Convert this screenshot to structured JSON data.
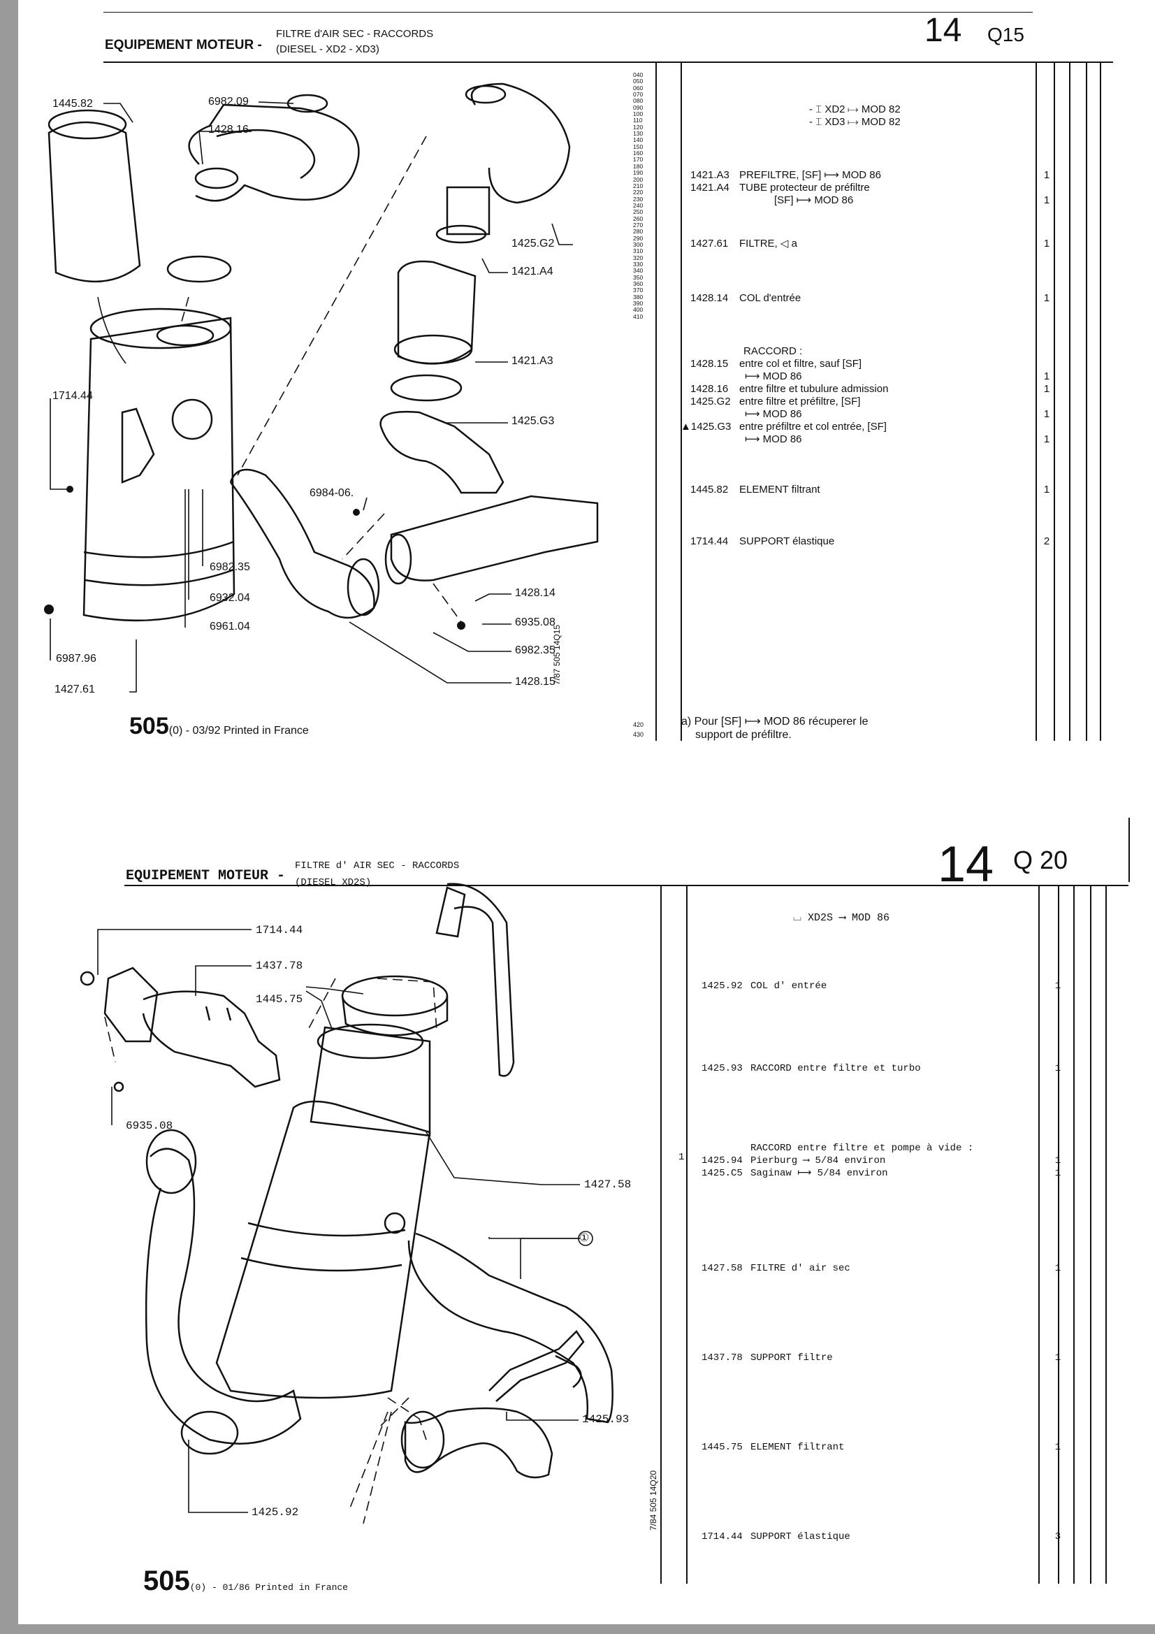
{
  "top": {
    "header": {
      "title": "EQUIPEMENT MOTEUR -",
      "subtitle1": "FILTRE d'AIR SEC - RACCORDS",
      "subtitle2": "(DIESEL - XD2 - XD3)",
      "group": "14",
      "plate": "Q15"
    },
    "callouts": [
      "1445.82",
      "6982.09",
      "1428.16",
      "1425.G2",
      "1421.A4",
      "1421.A3",
      "1425.G3",
      "1714.44",
      "6984-06.",
      "6982.35",
      "6932.04",
      "6961.04",
      "6987.96",
      "1427.61",
      "1428.14",
      "6935.08",
      "6982.35",
      "1428.15"
    ],
    "vertical_ref": "7/87 505 14Q15",
    "footer_big": "505",
    "footer_small": "(0) - 03/92 Printed in France",
    "line_numbers": "040\n050\n060\n070\n080\n090\n100\n110\n120\n130\n140\n150\n160\n170\n180\n190\n200\n210\n220\n230\n240\n250\n260\n270\n280\n290\n300\n310\n320\n330\n340\n350\n360\n370\n380\n390\n400\n410",
    "line_numbers_end": "420\n430",
    "applicability": [
      "- ⌶ XD2 ⟼ MOD 82",
      "- ⌶ XD3 ⟼ MOD 82"
    ],
    "rows": [
      {
        "code": "1421.A3",
        "text": "PREFILTRE, [SF] ⟼ MOD 86",
        "qty": "1"
      },
      {
        "code": "1421.A4",
        "text": "TUBE protecteur de préfiltre",
        "qty": ""
      },
      {
        "code": "",
        "text": "[SF] ⟼ MOD 86",
        "qty": "1"
      },
      {
        "code": "1427.61",
        "text": "FILTRE, ◁ a",
        "qty": "1"
      },
      {
        "code": "1428.14",
        "text": "COL d'entrée",
        "qty": "1"
      },
      {
        "code": "",
        "text": "RACCORD :",
        "qty": ""
      },
      {
        "code": "1428.15",
        "text": "entre col et filtre, sauf [SF]",
        "qty": ""
      },
      {
        "code": "",
        "text": "⟼ MOD 86",
        "qty": "1"
      },
      {
        "code": "1428.16",
        "text": "entre filtre et tubulure admission",
        "qty": "1"
      },
      {
        "code": "1425.G2",
        "text": "entre filtre et préfiltre, [SF]",
        "qty": ""
      },
      {
        "code": "",
        "text": "⟼ MOD 86",
        "qty": "1"
      },
      {
        "code": "▲1425.G3",
        "text": "entre préfiltre et col entrée, [SF]",
        "qty": ""
      },
      {
        "code": "",
        "text": "⟼ MOD 86",
        "qty": "1"
      },
      {
        "code": "1445.82",
        "text": "ELEMENT filtrant",
        "qty": "1"
      },
      {
        "code": "1714.44",
        "text": "SUPPORT élastique",
        "qty": "2"
      }
    ],
    "note1": "a) Pour [SF] ⟼ MOD 86 récuperer le",
    "note2": "support de préfiltre."
  },
  "bottom": {
    "header": {
      "title": "EQUIPEMENT MOTEUR -",
      "subtitle1": "FILTRE d' AIR SEC - RACCORDS",
      "subtitle2": "(DIESEL XD2S)",
      "group": "14",
      "plate": "Q 20"
    },
    "callouts": [
      "1714.44",
      "1437.78",
      "1445.75",
      "6935.08",
      "1427.58",
      "①",
      "1425.93",
      "1425.92"
    ],
    "vertical_ref": "7/84 505 14Q20",
    "footer_big": "505",
    "footer_small": "(0) - 01/86 Printed in France",
    "applicability": "⌴ XD2S ⟶ MOD 86",
    "margin_mark": "1",
    "rows": [
      {
        "code": "1425.92",
        "text": "COL d' entrée",
        "qty": "1"
      },
      {
        "code": "1425.93",
        "text": "RACCORD entre filtre et turbo",
        "qty": "1"
      },
      {
        "code": "",
        "text": "RACCORD entre filtre et pompe à vide :",
        "qty": ""
      },
      {
        "code": "1425.94",
        "text": "Pierburg ⟶ 5/84 environ",
        "qty": "1"
      },
      {
        "code": "1425.C5",
        "text": "Saginaw ⟼ 5/84 environ",
        "qty": "1"
      },
      {
        "code": "1427.58",
        "text": "FILTRE d' air sec",
        "qty": "1"
      },
      {
        "code": "1437.78",
        "text": "SUPPORT filtre",
        "qty": "1"
      },
      {
        "code": "1445.75",
        "text": "ELEMENT filtrant",
        "qty": "1"
      },
      {
        "code": "1714.44",
        "text": "SUPPORT élastique",
        "qty": "3"
      }
    ]
  }
}
